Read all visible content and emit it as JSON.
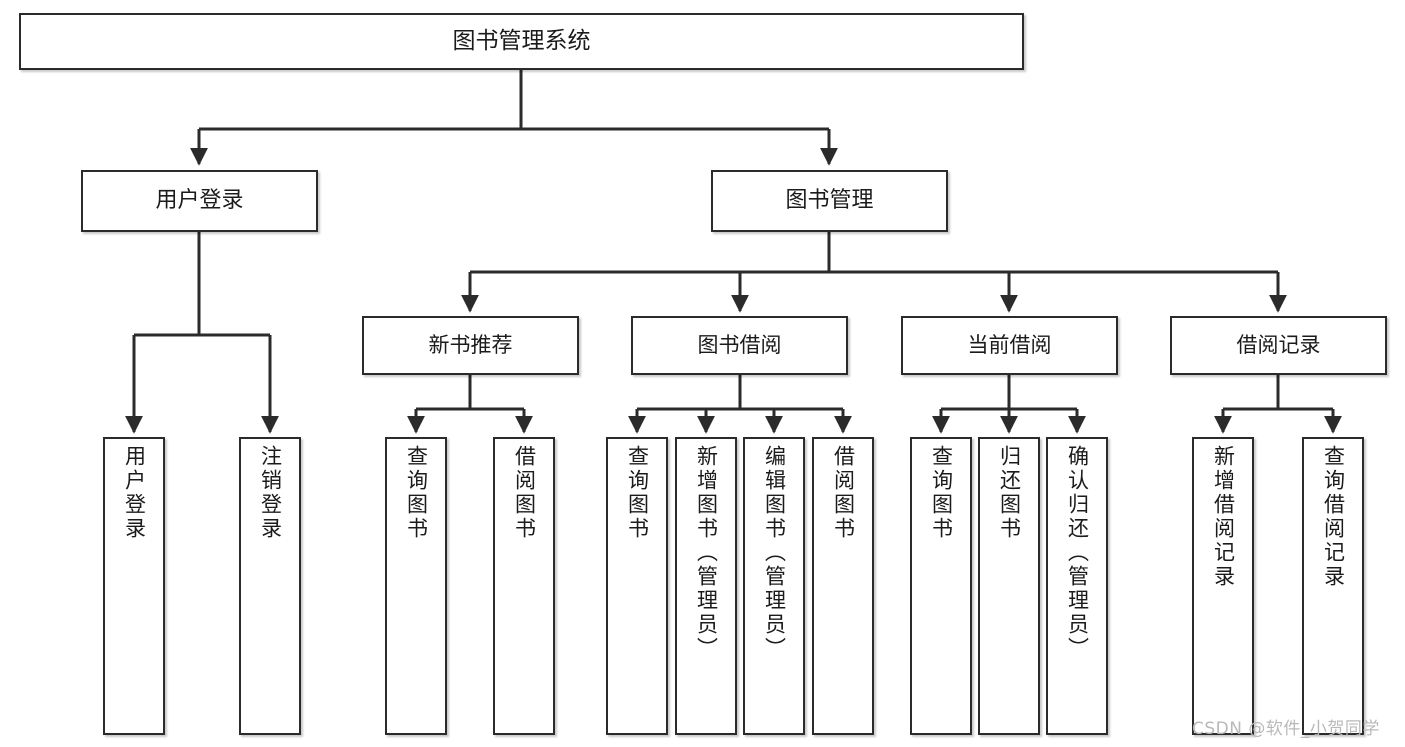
{
  "diagram": {
    "title": "图书管理系统",
    "type": "hierarchy-tree",
    "root": {
      "label": "图书管理系统",
      "name": "node-root-library-management-system"
    },
    "level1": [
      {
        "label": "用户登录",
        "name": "node-user-login"
      },
      {
        "label": "图书管理",
        "name": "node-book-management"
      }
    ],
    "level2": [
      {
        "label": "新书推荐",
        "name": "node-new-book-recommendation"
      },
      {
        "label": "图书借阅",
        "name": "node-book-borrowing"
      },
      {
        "label": "当前借阅",
        "name": "node-current-borrowing"
      },
      {
        "label": "借阅记录",
        "name": "node-borrow-records"
      }
    ],
    "leaves": {
      "user_login": [
        {
          "label": "用户登录",
          "name": "leaf-user-login"
        },
        {
          "label": "注销登录",
          "name": "leaf-logout"
        }
      ],
      "new_book_recommendation": [
        {
          "label": "查询图书",
          "name": "leaf-query-book-1"
        },
        {
          "label": "借阅图书",
          "name": "leaf-borrow-book-1"
        }
      ],
      "book_borrowing": [
        {
          "label": "查询图书",
          "name": "leaf-query-book-2"
        },
        {
          "label": "新增图书（管理员）",
          "name": "leaf-add-book-admin"
        },
        {
          "label": "编辑图书（管理员）",
          "name": "leaf-edit-book-admin"
        },
        {
          "label": "借阅图书",
          "name": "leaf-borrow-book-2"
        }
      ],
      "current_borrowing": [
        {
          "label": "查询图书",
          "name": "leaf-query-book-3"
        },
        {
          "label": "归还图书",
          "name": "leaf-return-book"
        },
        {
          "label": "确认归还（管理员）",
          "name": "leaf-confirm-return-admin"
        }
      ],
      "borrow_records": [
        {
          "label": "新增借阅记录",
          "name": "leaf-add-borrow-record"
        },
        {
          "label": "查询借阅记录",
          "name": "leaf-query-borrow-record"
        }
      ]
    },
    "watermark": "CSDN @软件_小贺同学",
    "colors": {
      "background": "#ffffff",
      "box_fill": "#ffffff",
      "box_stroke": "#2b2b2b",
      "connector": "#2b2b2b",
      "text": "#1b1b1b",
      "watermark": "#b9b9b9"
    }
  }
}
